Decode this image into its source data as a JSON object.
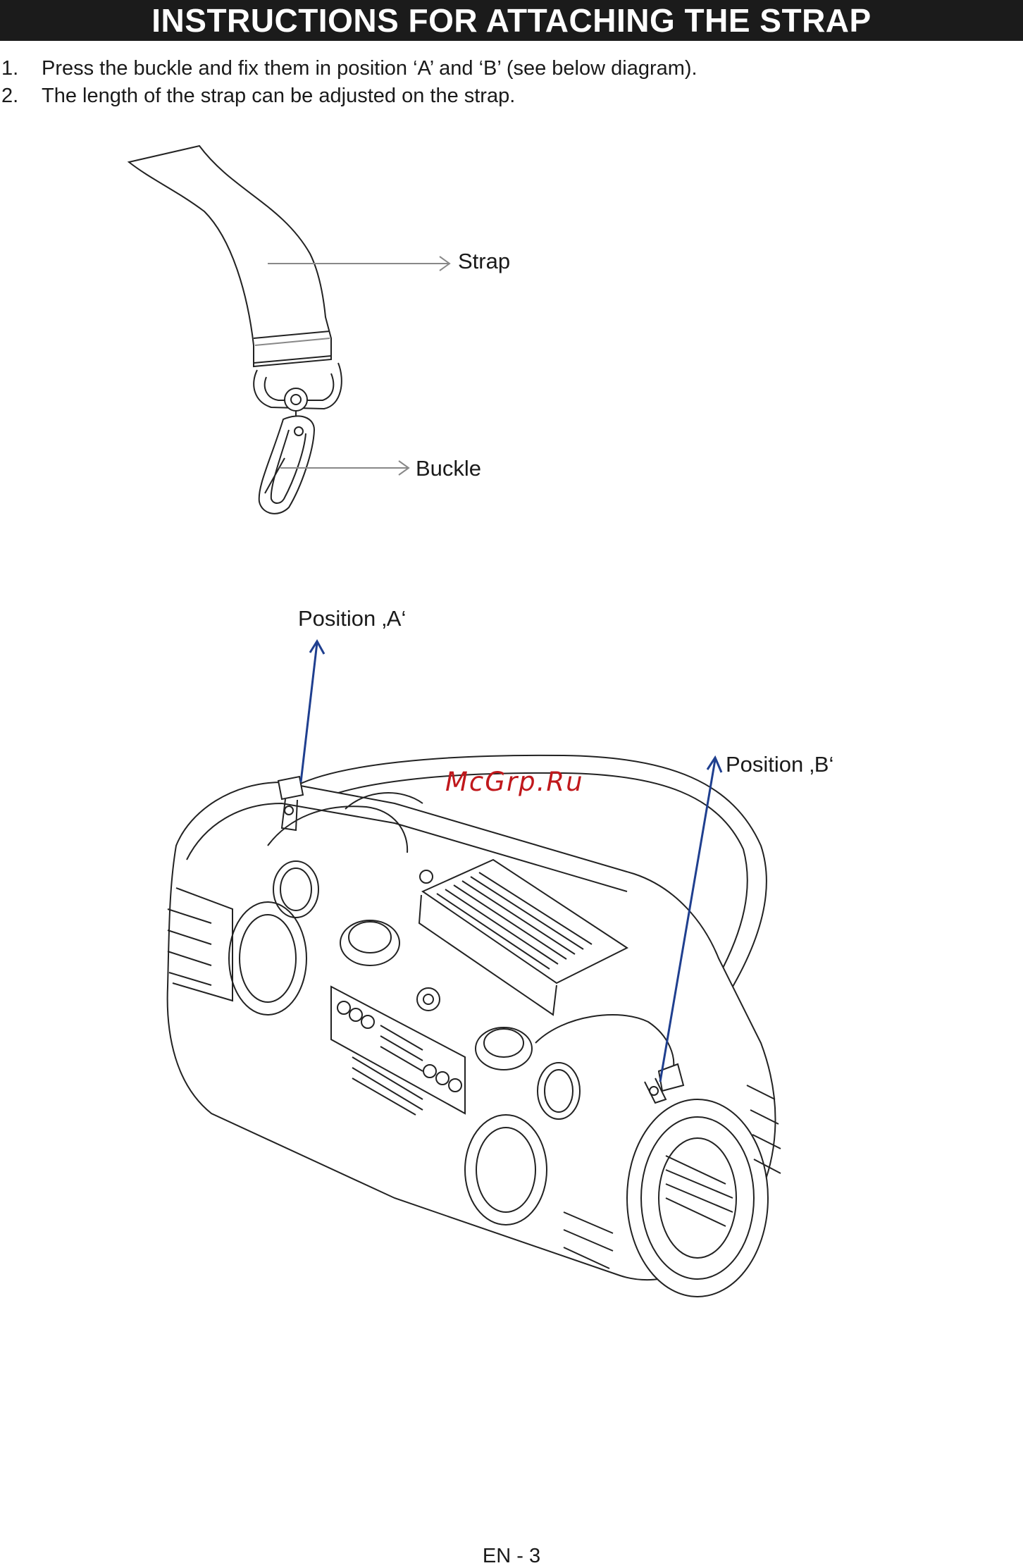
{
  "header": {
    "title": "INSTRUCTIONS FOR ATTACHING THE STRAP"
  },
  "steps": [
    {
      "number": "1.",
      "text": "Press the buckle and fix them in position ‘A’ and ‘B’ (see below diagram)."
    },
    {
      "number": "2.",
      "text": "The length of the strap can be adjusted on the strap."
    }
  ],
  "diagram_strap": {
    "strap_label": "Strap",
    "buckle_label": "Buckle"
  },
  "diagram_device": {
    "position_a_label": "Position ‚A‘",
    "position_b_label": "Position ‚B‘",
    "arrow_color": "#1f3f8f"
  },
  "watermark": "McGrp.Ru",
  "footer": {
    "page_number": "EN - 3"
  }
}
